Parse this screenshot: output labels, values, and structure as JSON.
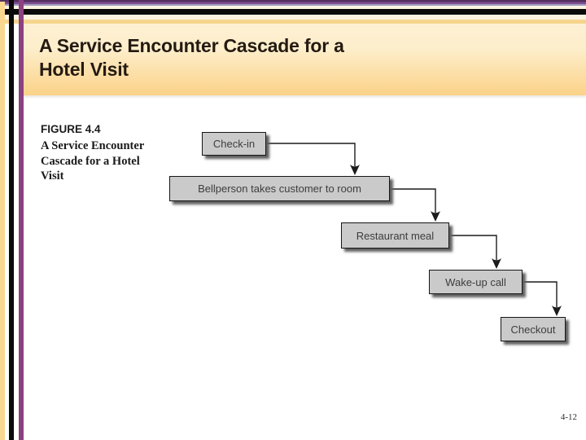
{
  "slide": {
    "title_line1": "A Service Encounter Cascade for a",
    "title_line2": "Hotel Visit",
    "page_number": "4-12"
  },
  "figure": {
    "label": "FIGURE 4.4",
    "caption_line1": "A Service Encounter",
    "caption_line2": "Cascade for a Hotel",
    "caption_line3": "Visit"
  },
  "diagram": {
    "type": "cascade-flowchart",
    "flow_order": "Check-in -> Bellperson takes customer to room -> Restaurant meal -> Wake-up call -> Checkout",
    "steps": [
      {
        "label": "Check-in"
      },
      {
        "label": "Bellperson takes customer to room"
      },
      {
        "label": "Restaurant meal"
      },
      {
        "label": "Wake-up call"
      },
      {
        "label": "Checkout"
      }
    ]
  },
  "colors": {
    "title_gradient_top": "#fdf0d3",
    "title_gradient_bottom": "#fbd288",
    "stripe_orange": "#f9d78f",
    "stripe_purple": "#8d4180",
    "stripe_black": "#0a0a0a",
    "box_fill": "#cacaca",
    "box_border": "#161616",
    "box_shadow_gray": "#606060"
  }
}
